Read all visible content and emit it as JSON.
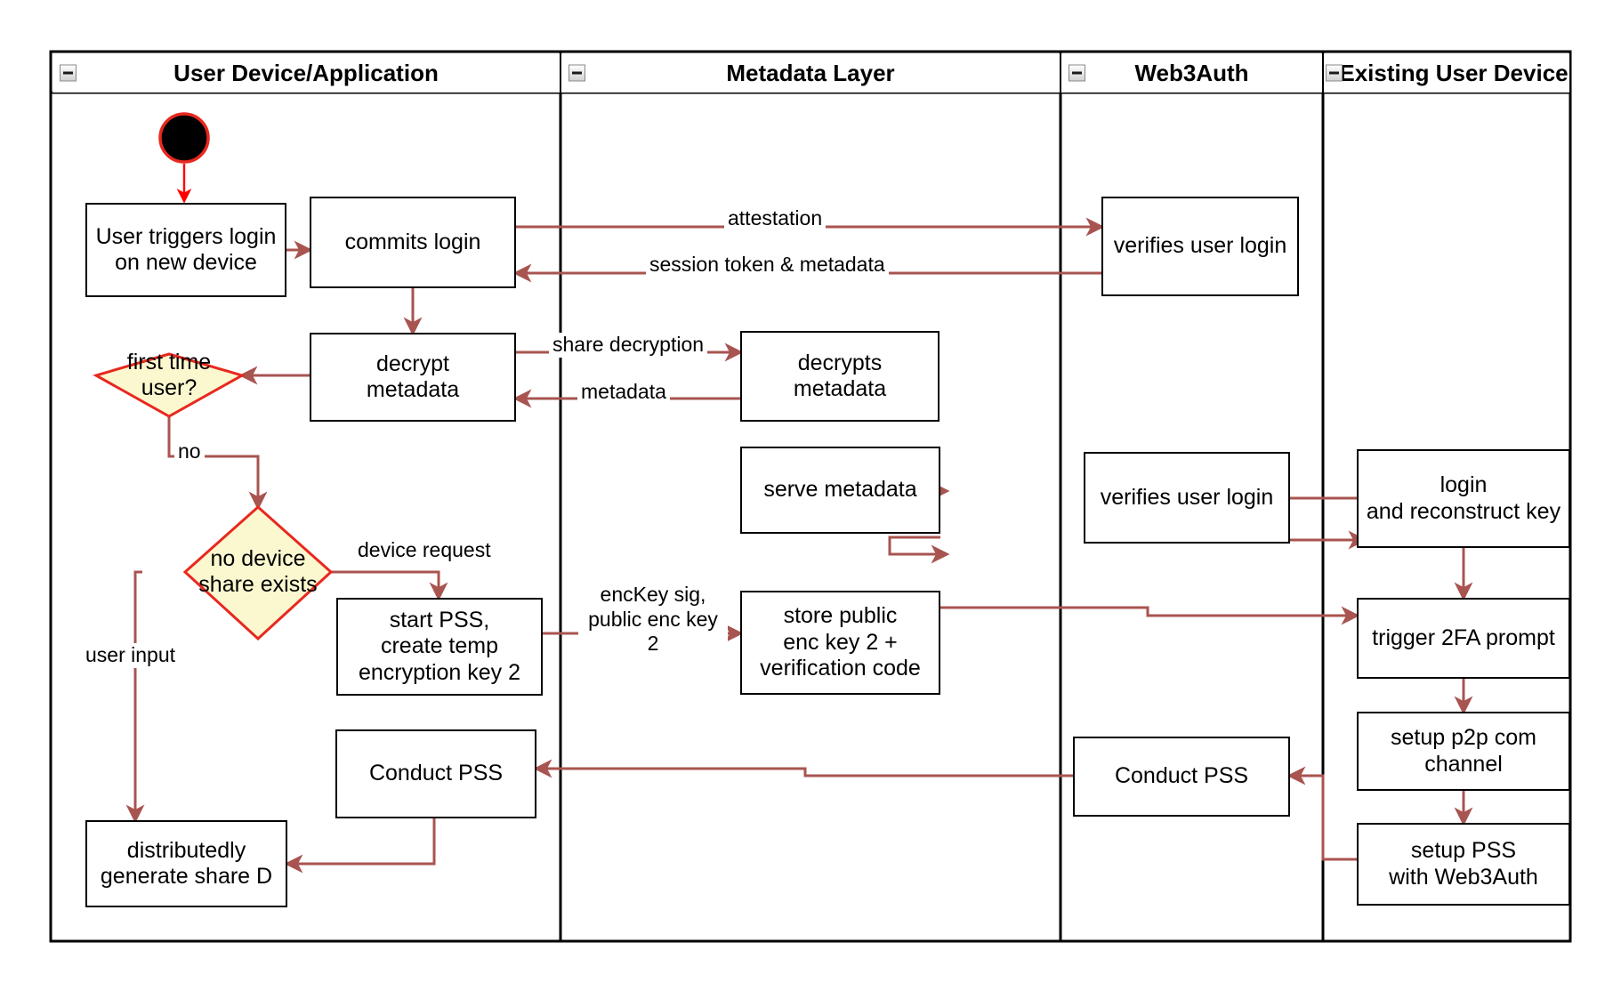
{
  "diagram": {
    "title": "Web3Auth new-device login flow",
    "colors": {
      "lane_border": "#000000",
      "node_border": "#000000",
      "node_fill": "#ffffff",
      "decision_border": "#e8281e",
      "decision_fill": "#fbf8d0",
      "edge": "#a85450",
      "start_fill": "#000000",
      "start_border": "#e8281e",
      "start_edge": "#ff0000",
      "text": "#000000",
      "background": "#ffffff"
    },
    "lanes": [
      {
        "id": "lane-user-device",
        "label": "User Device/Application",
        "icon": "collapse-minus-icon"
      },
      {
        "id": "lane-metadata",
        "label": "Metadata Layer",
        "icon": "collapse-minus-icon"
      },
      {
        "id": "lane-web3auth",
        "label": "Web3Auth",
        "icon": "collapse-minus-icon"
      },
      {
        "id": "lane-existing-device",
        "label": "Existing User Device",
        "icon": "collapse-minus-icon"
      }
    ],
    "nodes": [
      {
        "id": "start",
        "type": "start",
        "label": ""
      },
      {
        "id": "user-triggers-login",
        "type": "process",
        "label": "User triggers login\non new device"
      },
      {
        "id": "commits-login",
        "type": "process",
        "label": "commits login"
      },
      {
        "id": "verifies-user-login-1",
        "type": "process",
        "label": "verifies user login"
      },
      {
        "id": "decrypt-metadata",
        "type": "process",
        "label": "decrypt\nmetadata"
      },
      {
        "id": "decrypts-metadata",
        "type": "process",
        "label": "decrypts\nmetadata"
      },
      {
        "id": "first-time-user",
        "type": "decision",
        "label": "first time\nuser?"
      },
      {
        "id": "serve-metadata",
        "type": "process",
        "label": "serve metadata"
      },
      {
        "id": "verifies-user-login-2",
        "type": "process",
        "label": "verifies user login"
      },
      {
        "id": "login-and-reconstruct-key",
        "type": "process",
        "label": "login\nand reconstruct key"
      },
      {
        "id": "no-device-share-exists",
        "type": "decision",
        "label": "no device\nshare exists"
      },
      {
        "id": "start-pss-create-temp-key",
        "type": "process",
        "label": "start PSS,\ncreate temp\nencryption key 2"
      },
      {
        "id": "store-public-enc-key",
        "type": "process",
        "label": "store public\nenc key 2 +\nverification code"
      },
      {
        "id": "trigger-2fa-prompt",
        "type": "process",
        "label": "trigger 2FA prompt"
      },
      {
        "id": "setup-p2p-com-channel",
        "type": "process",
        "label": "setup p2p com\nchannel"
      },
      {
        "id": "conduct-pss-user",
        "type": "process",
        "label": "Conduct PSS"
      },
      {
        "id": "conduct-pss-web3auth",
        "type": "process",
        "label": "Conduct PSS"
      },
      {
        "id": "setup-pss-with-web3auth",
        "type": "process",
        "label": "setup PSS\nwith Web3Auth"
      },
      {
        "id": "distributedly-generate-share-d",
        "type": "process",
        "label": "distributedly\ngenerate share D"
      }
    ],
    "edge_labels": [
      {
        "id": "attestation",
        "text": "attestation"
      },
      {
        "id": "session-token-metadata",
        "text": "session token & metadata"
      },
      {
        "id": "share-decryption",
        "text": "share decryption"
      },
      {
        "id": "metadata",
        "text": "metadata"
      },
      {
        "id": "no",
        "text": "no"
      },
      {
        "id": "device-request",
        "text": "device request"
      },
      {
        "id": "user-input",
        "text": "user input"
      },
      {
        "id": "enckey-sig-public-enc-key-2",
        "text": "encKey sig,\npublic enc key 2"
      }
    ]
  }
}
